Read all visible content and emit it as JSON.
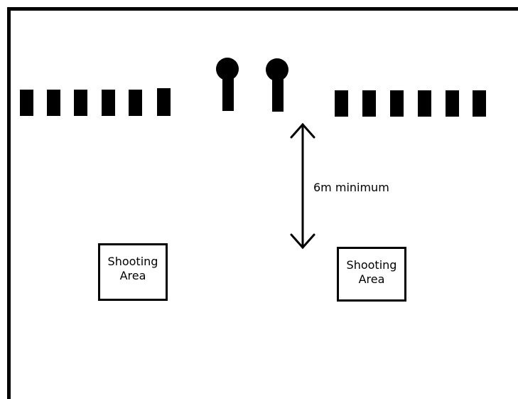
{
  "colors": {
    "ink": "#000000",
    "background": "#ffffff"
  },
  "targets": {
    "left_group_count": 6,
    "right_group_count": 6,
    "pin_target_count": 2
  },
  "distance_label": "6m minimum",
  "shooting_areas": [
    {
      "label": "Shooting\nArea"
    },
    {
      "label": "Shooting\nArea"
    }
  ]
}
